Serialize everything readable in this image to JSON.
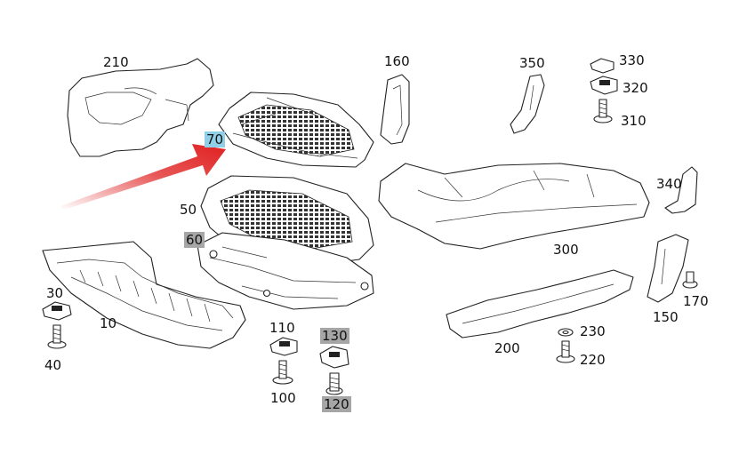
{
  "labels": {
    "p10": "10",
    "p30": "30",
    "p40": "40",
    "p50": "50",
    "p60": "60",
    "p70": "70",
    "p100": "100",
    "p110": "110",
    "p120": "120",
    "p130": "130",
    "p150": "150",
    "p160": "160",
    "p170": "170",
    "p200": "200",
    "p210": "210",
    "p220": "220",
    "p230": "230",
    "p300": "300",
    "p310": "310",
    "p320": "320",
    "p330": "330",
    "p340": "340",
    "p350": "350"
  },
  "highlight_colors": {
    "callout_blue": "#8fd0e8",
    "callout_grey": "#a6a6a6",
    "arrow_red": "#e02020"
  }
}
